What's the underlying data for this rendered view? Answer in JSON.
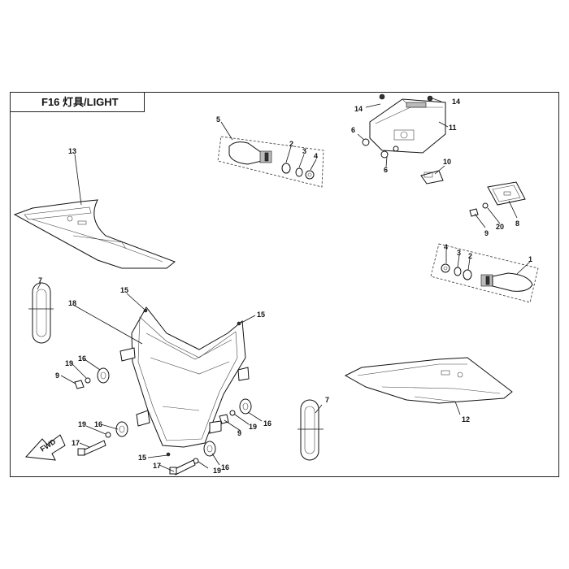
{
  "title": "F16 灯具/LIGHT",
  "fwd_label": "FWD",
  "callouts": {
    "c1": "1",
    "c2a": "2",
    "c2b": "2",
    "c3a": "3",
    "c3b": "3",
    "c4a": "4",
    "c4b": "4",
    "c5": "5",
    "c6a": "6",
    "c6b": "6",
    "c7a": "7",
    "c7b": "7",
    "c8": "8",
    "c9a": "9",
    "c9b": "9",
    "c9c": "9",
    "c10": "10",
    "c11": "11",
    "c12": "12",
    "c13": "13",
    "c14a": "14",
    "c14b": "14",
    "c15a": "15",
    "c15b": "15",
    "c15c": "15",
    "c16a": "16",
    "c16b": "16",
    "c16c": "16",
    "c16d": "16",
    "c17a": "17",
    "c17b": "17",
    "c18": "18",
    "c19a": "19",
    "c19b": "19",
    "c19c": "19",
    "c19d": "19",
    "c20": "20"
  }
}
